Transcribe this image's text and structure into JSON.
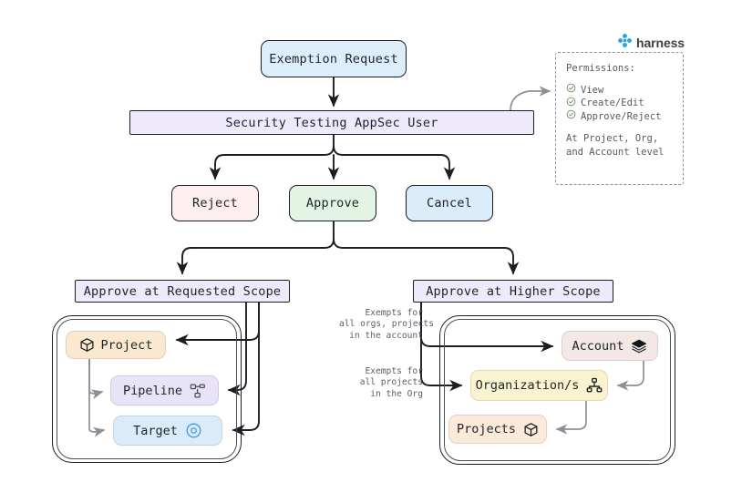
{
  "brand": {
    "name": "harness",
    "logo_icon": "harness-logo-icon",
    "color": "#29a3e3"
  },
  "flow": {
    "start": {
      "label": "Exemption Request",
      "color": "#ddeefb"
    },
    "actor": {
      "label": "Security Testing AppSec User",
      "color": "#eeeafc"
    },
    "actions": [
      {
        "id": "reject",
        "label": "Reject",
        "color": "#fdeef0"
      },
      {
        "id": "approve",
        "label": "Approve",
        "color": "#e3f4e4"
      },
      {
        "id": "cancel",
        "label": "Cancel",
        "color": "#dbecfb"
      }
    ],
    "scopes": [
      {
        "id": "requested",
        "label": "Approve at Requested Scope",
        "color": "#eeeafc"
      },
      {
        "id": "higher",
        "label": "Approve at Higher Scope",
        "color": "#eeeafc"
      }
    ]
  },
  "requested_scope_group": {
    "nodes": [
      {
        "id": "project",
        "label": "Project",
        "icon": "cube-icon",
        "color": "#fbe8d0"
      },
      {
        "id": "pipeline",
        "label": "Pipeline",
        "icon": "pipeline-icon",
        "color": "#e8e3f7"
      },
      {
        "id": "target",
        "label": "Target",
        "icon": "target-icon",
        "color": "#daebfa"
      }
    ]
  },
  "higher_scope_group": {
    "nodes": [
      {
        "id": "account",
        "label": "Account",
        "icon": "layers-icon",
        "color": "#f4e8e6"
      },
      {
        "id": "org",
        "label": "Organization/s",
        "icon": "sitemap-icon",
        "color": "#faf3cf"
      },
      {
        "id": "projects",
        "label": "Projects",
        "icon": "cube-icon",
        "color": "#fbeada"
      }
    ],
    "captions": {
      "to_account": "Exempts for\nall orgs, projects\nin the account",
      "to_org": "Exempts for\nall projects\nin the Org"
    }
  },
  "permissions": {
    "title": "Permissions:",
    "items": [
      {
        "label": "View",
        "icon": "check-circle-icon"
      },
      {
        "label": "Create/Edit",
        "icon": "check-circle-icon"
      },
      {
        "label": "Approve/Reject",
        "icon": "check-circle-icon"
      }
    ],
    "footer": "At Project, Org,\nand Account level",
    "check_color": "#6f8d5a"
  }
}
